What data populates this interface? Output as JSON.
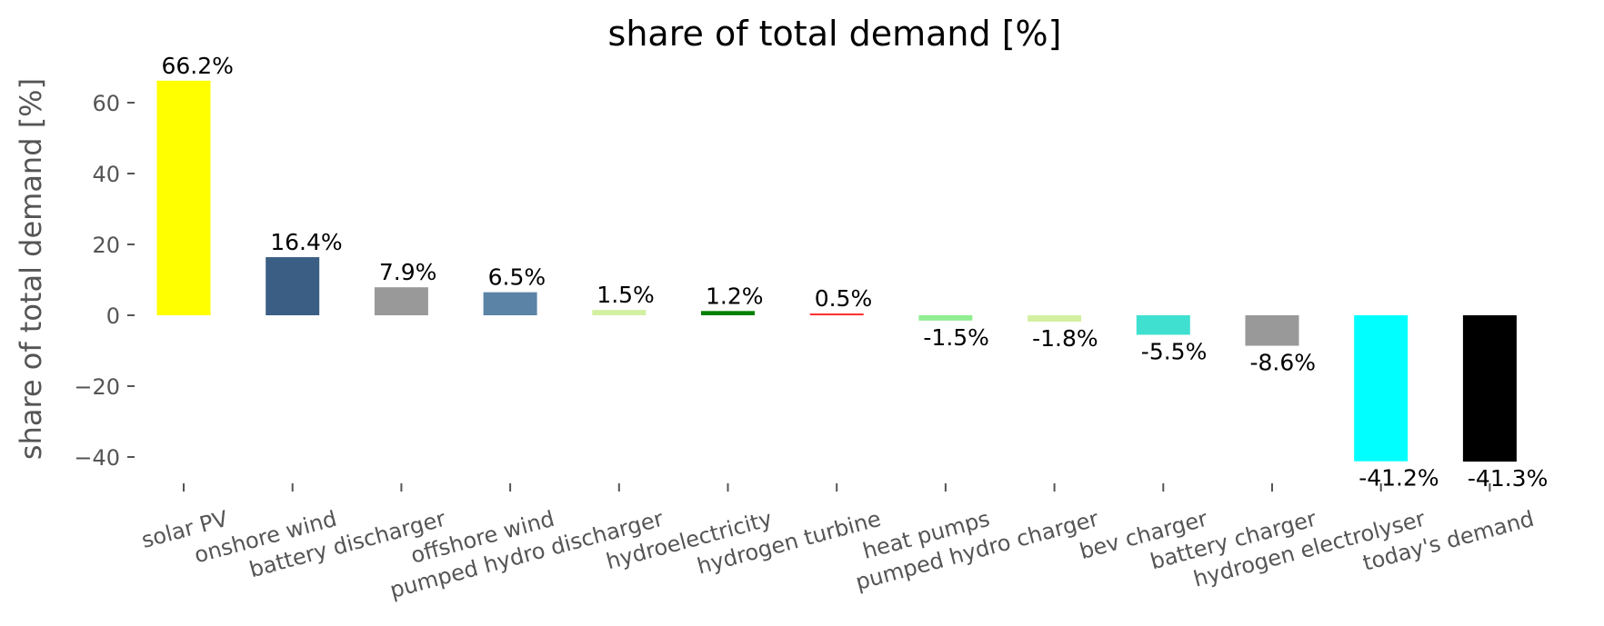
{
  "chart_data": {
    "type": "bar",
    "title": "share of total demand [%]",
    "xlabel": "",
    "ylabel": "share of total demand [%]",
    "ylim": [
      -47,
      70
    ],
    "yticks": [
      60,
      40,
      20,
      0,
      -20,
      -40
    ],
    "ytick_labels": [
      "60",
      "40",
      "20",
      "0",
      "−20",
      "−40"
    ],
    "grid": false,
    "categories": [
      "solar PV",
      "onshore wind",
      "battery discharger",
      "offshore wind",
      "pumped hydro discharger",
      "hydroelectricity",
      "hydrogen turbine",
      "heat pumps",
      "pumped hydro charger",
      "bev charger",
      "battery charger",
      "hydrogen electrolyser",
      "today's demand"
    ],
    "values": [
      66.2,
      16.4,
      7.9,
      6.5,
      1.5,
      1.2,
      0.5,
      -1.5,
      -1.8,
      -5.5,
      -8.6,
      -41.2,
      -41.3
    ],
    "value_labels": [
      "66.2%",
      "16.4%",
      "7.9%",
      "6.5%",
      "1.5%",
      "1.2%",
      "0.5%",
      "-1.5%",
      "-1.8%",
      "-5.5%",
      "-8.6%",
      "-41.2%",
      "-41.3%"
    ],
    "colors": [
      "#ffff00",
      "#3b5f84",
      "#999999",
      "#5b83a6",
      "#d2f0a0",
      "#008000",
      "#ff2d2d",
      "#90ee90",
      "#d2f0a0",
      "#40e0d0",
      "#999999",
      "#00ffff",
      "#000000"
    ]
  }
}
